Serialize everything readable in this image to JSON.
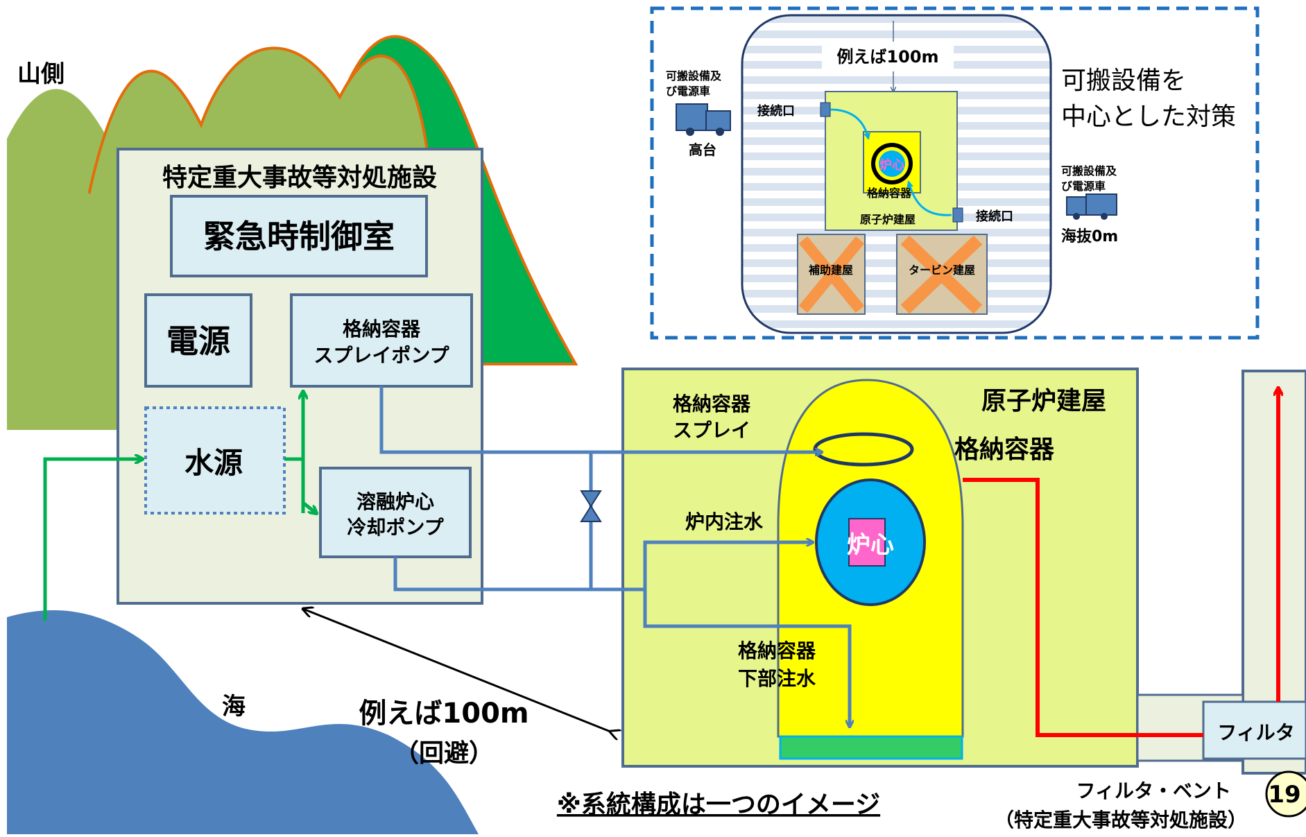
{
  "labels": {
    "mountain_side": "山側",
    "sea": "海",
    "facility_title": "特定重大事故等対処施設",
    "emergency_control_room": "緊急時制御室",
    "power": "電源",
    "water_source": "水源",
    "spray_pump_line1": "格納容器",
    "spray_pump_line2": "スプレイポンプ",
    "core_pump_line1": "溶融炉心",
    "core_pump_line2": "冷却ポンプ",
    "distance_value": "例えば100m",
    "distance_note": "（回避）",
    "reactor_building": "原子炉建屋",
    "containment_vessel": "格納容器",
    "containment_spray_line1": "格納容器",
    "containment_spray_line2": "スプレイ",
    "in_core_injection": "炉内注水",
    "core": "炉心",
    "lower_injection_line1": "格納容器",
    "lower_injection_line2": "下部注水",
    "filter": "フィルタ",
    "filter_vent": "フィルタ・ベント",
    "filter_vent_sub": "（特定重大事故等対処施設）",
    "page_number": "19",
    "note": "※系統構成は一つのイメージ"
  },
  "inset": {
    "distance": "例えば100m",
    "portable_title_line1": "可搬設備を",
    "portable_title_line2": "中心とした対策",
    "portable_truck_left_line1": "可搬設備及",
    "portable_truck_left_line2": "び電源車",
    "highland": "高台",
    "portable_truck_right_line1": "可搬設備及",
    "portable_truck_right_line2": "び電源車",
    "sea_level": "海抜0m",
    "connection_port_a": "接続口",
    "connection_port_b": "接続口",
    "core": "炉心",
    "containment_vessel": "格納容器",
    "reactor_building": "原子炉建屋",
    "auxiliary_building": "補助建屋",
    "turbine_building": "タービン建屋"
  },
  "colors": {
    "mountain_light": "#9bbb59",
    "mountain_dark": "#00b050",
    "mountain_edge": "#e46c0a",
    "sea": "#4f81bd",
    "facility_fill": "#ebf1de",
    "facility_border": "#4f6b8f",
    "box_fill": "#dbeef4",
    "building_fill": "#e6f68c",
    "containment_fill": "#ffff00",
    "core_circle": "#00b0f0",
    "core_square": "#ff66cc",
    "pipe_blue": "#4f81bd",
    "pipe_green": "#00b050",
    "pipe_red": "#ff0000",
    "inset_border": "#1f6fbf"
  }
}
